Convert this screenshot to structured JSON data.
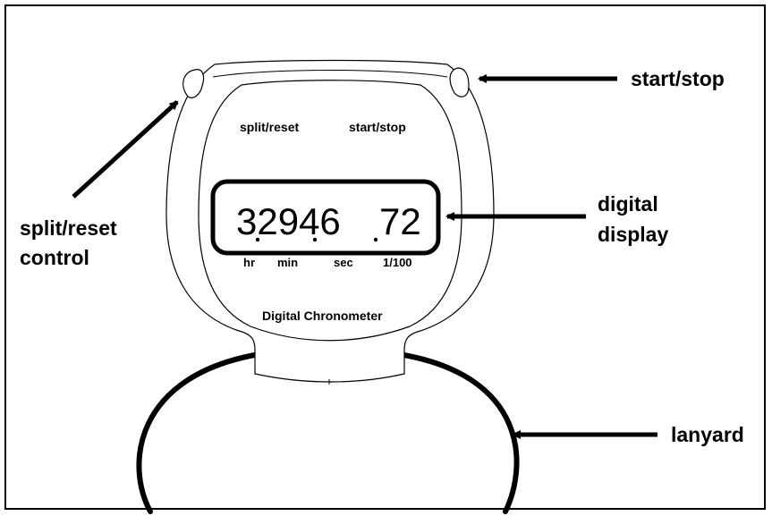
{
  "callouts": {
    "start_stop": "start/stop",
    "split_reset_line1": "split/reset",
    "split_reset_line2": "control",
    "digital_display_line1": "digital",
    "digital_display_line2": "display",
    "lanyard": "lanyard"
  },
  "face": {
    "split_reset": "split/reset",
    "start_stop": "start/stop",
    "brand": "Digital Chronometer"
  },
  "display": {
    "digits_main": "32946",
    "digits_hundredths": "72",
    "units": [
      "hr",
      "min",
      "sec",
      "1/100"
    ]
  },
  "colors": {
    "stroke": "#000000",
    "background": "#ffffff"
  }
}
